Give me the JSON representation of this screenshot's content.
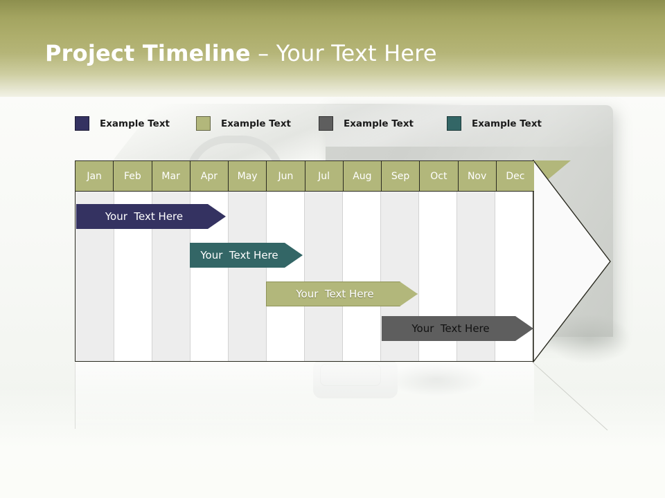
{
  "slide": {
    "title_bold": "Project Timeline",
    "title_sep": " – ",
    "title_light": "Your Text Here"
  },
  "legend": {
    "items": [
      {
        "label": "Example Text",
        "color": "#343261",
        "name": "navy"
      },
      {
        "label": "Example Text",
        "color": "#b2b77b",
        "name": "olive"
      },
      {
        "label": "Example Text",
        "color": "#5e5e5e",
        "name": "gray"
      },
      {
        "label": "Example Text",
        "color": "#336666",
        "name": "teal"
      }
    ]
  },
  "timeline": {
    "months": [
      "Jan",
      "Feb",
      "Mar",
      "Apr",
      "May",
      "Jun",
      "Jul",
      "Aug",
      "Sep",
      "Oct",
      "Nov",
      "Dec"
    ],
    "bars": [
      {
        "label": "Your  Text Here",
        "color_name": "navy",
        "color": "#343261",
        "start_month": "Jan",
        "end_month": "Apr"
      },
      {
        "label": "Your  Text Here",
        "color_name": "teal",
        "color": "#336666",
        "start_month": "Apr",
        "end_month": "Jun"
      },
      {
        "label": "Your  Text Here",
        "color_name": "olive",
        "color": "#b2b77b",
        "start_month": "Jun",
        "end_month": "Sep"
      },
      {
        "label": "Your  Text Here",
        "color_name": "gray",
        "color": "#5e5e5e",
        "start_month": "Sep",
        "end_month": "Dec"
      }
    ]
  },
  "colors": {
    "header_band_top": "#8d8f4e",
    "header_band_bottom": "#f2f2e6",
    "month_header_fill": "#b2b77b",
    "stripe_fill": "#ededed",
    "table_border": "#2a2a20"
  }
}
